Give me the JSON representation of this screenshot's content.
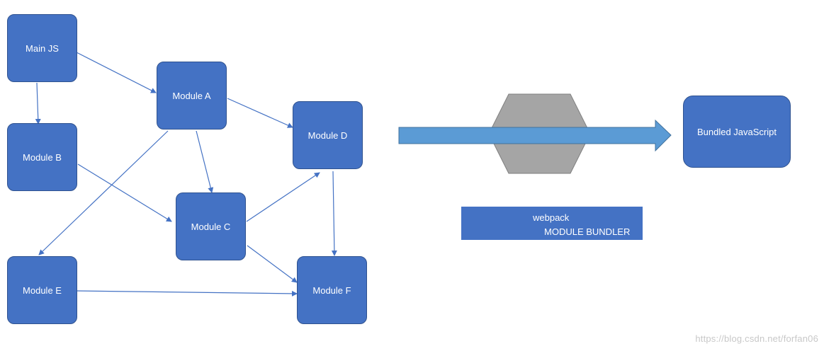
{
  "diagram": {
    "modules": {
      "main_js": "Main JS",
      "module_a": "Module A",
      "module_b": "Module B",
      "module_c": "Module C",
      "module_d": "Module D",
      "module_e": "Module E",
      "module_f": "Module F"
    },
    "edges": [
      {
        "from": "Main JS",
        "to": "Module A"
      },
      {
        "from": "Main JS",
        "to": "Module B"
      },
      {
        "from": "Module A",
        "to": "Module D"
      },
      {
        "from": "Module A",
        "to": "Module C"
      },
      {
        "from": "Module A",
        "to": "Module E"
      },
      {
        "from": "Module B",
        "to": "Module C"
      },
      {
        "from": "Module C",
        "to": "Module D"
      },
      {
        "from": "Module C",
        "to": "Module F"
      },
      {
        "from": "Module D",
        "to": "Module F"
      },
      {
        "from": "Module E",
        "to": "Module F"
      }
    ],
    "bundler": {
      "line1": "webpack",
      "line2": "MODULE BUNDLER"
    },
    "output": "Bundled JavaScript",
    "colors": {
      "node_fill": "#4472C4",
      "node_border": "#2F528F",
      "edge": "#4472C4",
      "arrow": "#5B9BD5",
      "hexagon": "#A5A5A5"
    }
  },
  "watermark": "https://blog.csdn.net/forfan06"
}
